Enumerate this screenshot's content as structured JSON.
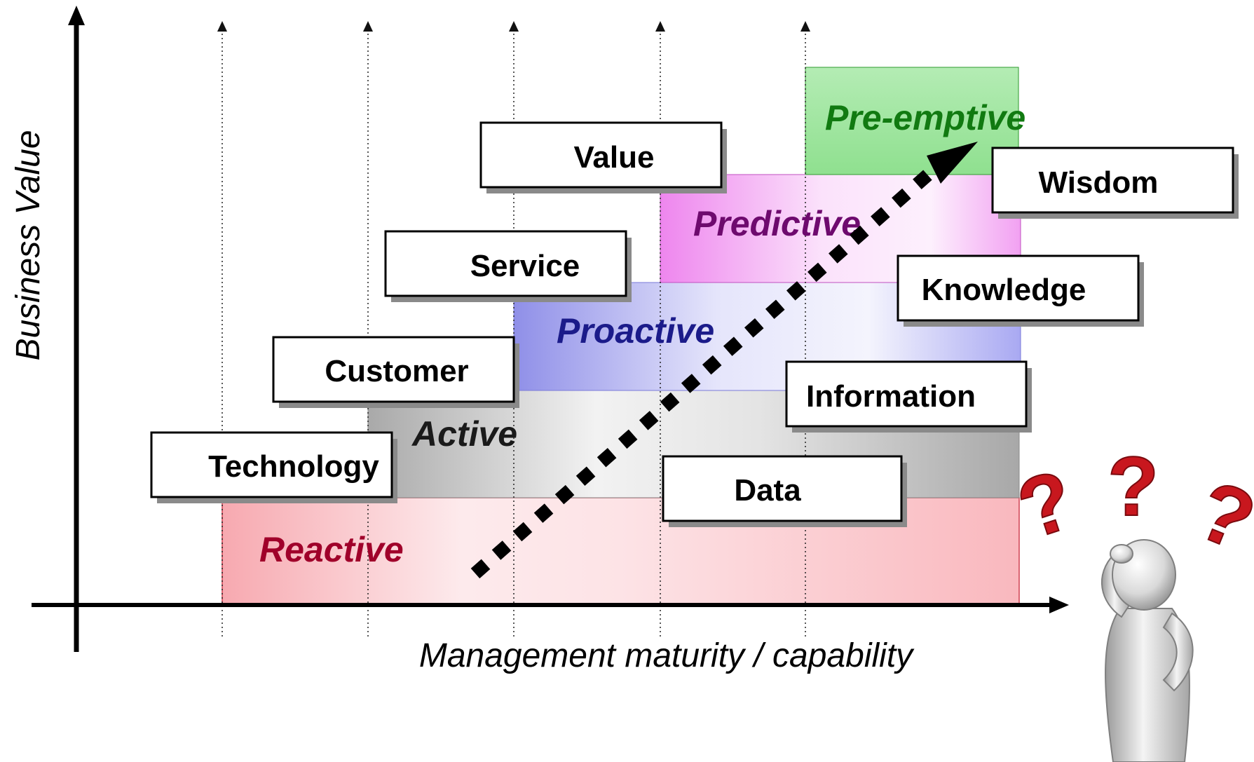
{
  "axes": {
    "y_label": "Business Value",
    "x_label": "Management maturity / capability"
  },
  "levels": [
    {
      "key": "reactive",
      "label": "Reactive",
      "color": "#a0002a",
      "fill": "#f9b7bd"
    },
    {
      "key": "active",
      "label": "Active",
      "color": "#1a1a1a",
      "fill": "#b9b9b9"
    },
    {
      "key": "proactive",
      "label": "Proactive",
      "color": "#1b1b8a",
      "fill": "#a9a9f2"
    },
    {
      "key": "predictive",
      "label": "Predictive",
      "color": "#6e0a6e",
      "fill": "#f3a3f3"
    },
    {
      "key": "preemptive",
      "label": "Pre-emptive",
      "color": "#117a11",
      "fill": "#a3e8a3"
    }
  ],
  "focus_boxes": [
    {
      "key": "technology",
      "label": "Technology"
    },
    {
      "key": "customer",
      "label": "Customer"
    },
    {
      "key": "service",
      "label": "Service"
    },
    {
      "key": "value",
      "label": "Value"
    }
  ],
  "dikw_boxes": [
    {
      "key": "data",
      "label": "Data"
    },
    {
      "key": "information",
      "label": "Information"
    },
    {
      "key": "knowledge",
      "label": "Knowledge"
    },
    {
      "key": "wisdom",
      "label": "Wisdom"
    }
  ],
  "figure": {
    "question_marks": [
      "?",
      "?",
      "?"
    ],
    "question_color": "#c8171e"
  }
}
